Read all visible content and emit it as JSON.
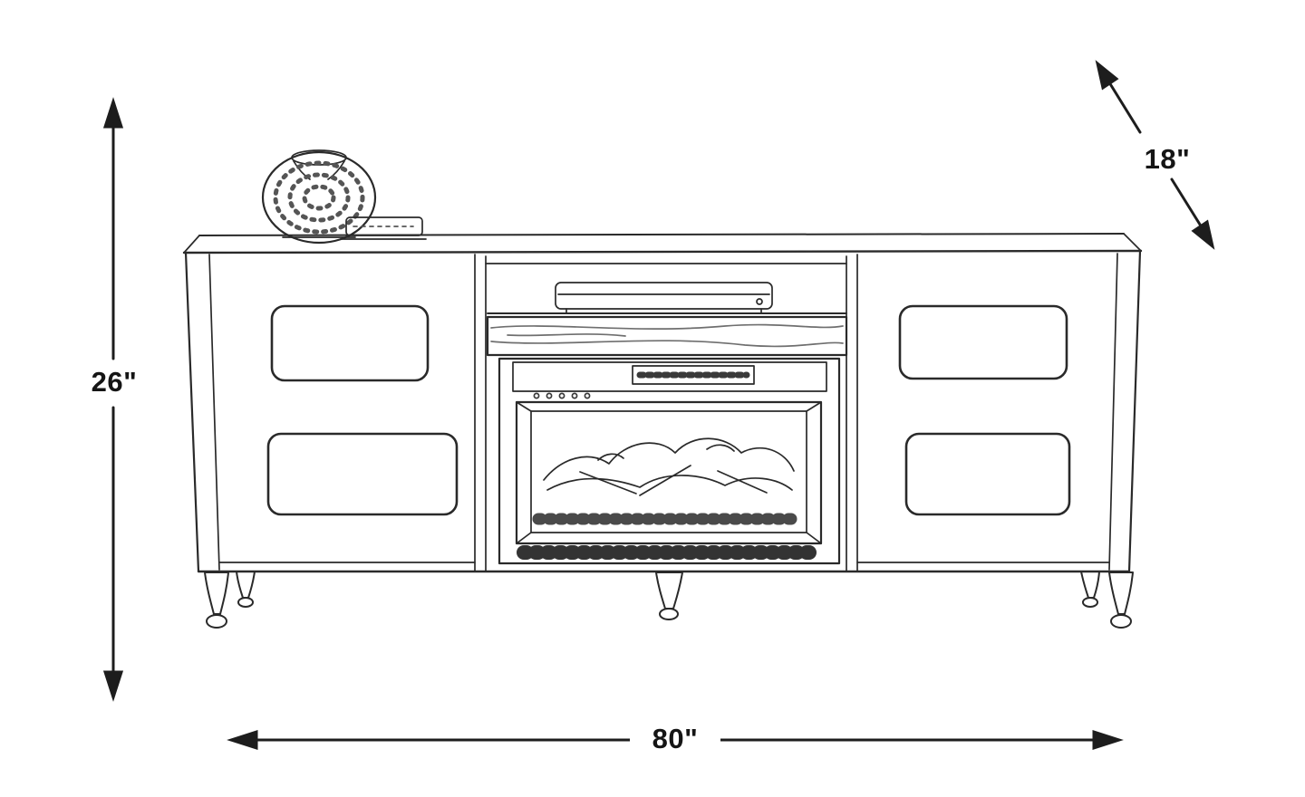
{
  "diagram": {
    "type": "furniture-dimension-diagram",
    "subject": "tv-console-with-fireplace-sketch",
    "dimensions": {
      "height_label": "26\"",
      "width_label": "80\"",
      "depth_label": "18\""
    },
    "colors": {
      "line": "#222222",
      "light_line": "#6f6f6f",
      "background": "#ffffff",
      "label_text": "#151515"
    }
  }
}
